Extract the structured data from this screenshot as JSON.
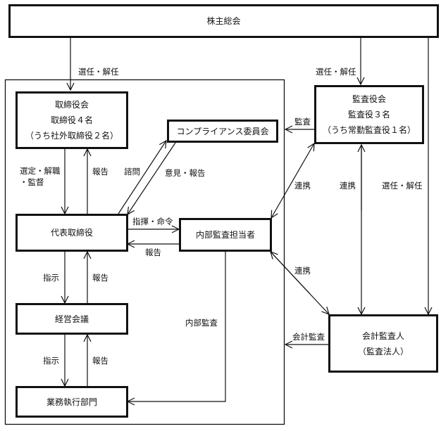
{
  "nodes": {
    "shareholders": {
      "label": "株主総会"
    },
    "board": {
      "lines": [
        "取締役会",
        "取締役４名",
        "（うち社外取締役２名）"
      ]
    },
    "compliance": {
      "label": "コンプライアンス委員会"
    },
    "auditors_board": {
      "lines": [
        "監査役会",
        "監査役３名",
        "（うち常勤監査役１名）"
      ]
    },
    "ceo": {
      "label": "代表取締役"
    },
    "internal_audit": {
      "label": "内部監査担当者"
    },
    "management_meeting": {
      "label": "経営会議"
    },
    "operations": {
      "label": "業務執行部門"
    },
    "accounting_auditor": {
      "lines": [
        "会計監査人",
        "（監査法人）"
      ]
    }
  },
  "edges": {
    "elect_dismiss_board": "選任・解任",
    "elect_dismiss_auditors": "選任・解任",
    "audit": "監査",
    "select_dismiss_supervise_1": "選定・解職",
    "select_dismiss_supervise_2": "・監督",
    "report_board": "報告",
    "consult": "諮問",
    "opinion_report": "意見・報告",
    "cooperation_1": "連携",
    "cooperation_2": "連携",
    "elect_dismiss_accounting": "選任・解任",
    "command": "指揮・命令",
    "report_internal": "報告",
    "instruct_1": "指示",
    "report_ceo": "報告",
    "cooperation_3": "連携",
    "internal_audit_edge": "内部監査",
    "accounting_audit": "会計監査",
    "instruct_2": "指示",
    "report_mgmt": "報告"
  }
}
